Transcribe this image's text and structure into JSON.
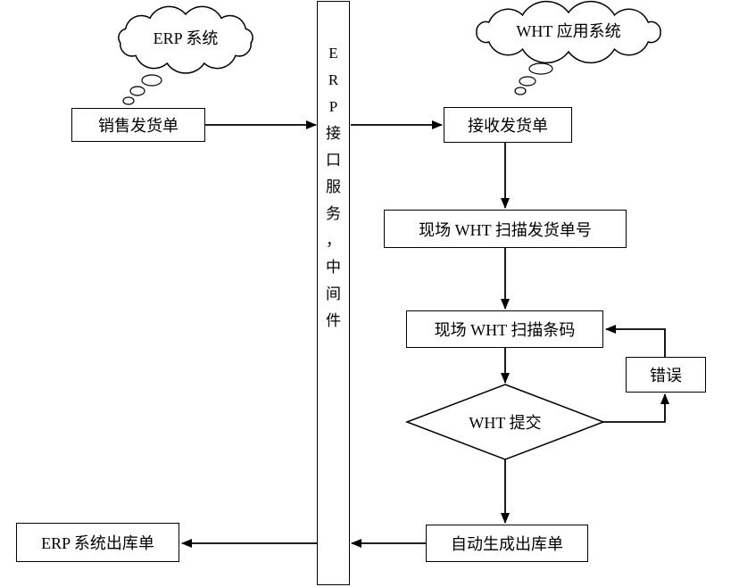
{
  "clouds": {
    "erp": {
      "label": "ERP 系统"
    },
    "wht": {
      "label": "WHT 应用系统"
    }
  },
  "middleware": {
    "label": "ERP接口服务，中间件"
  },
  "nodes": {
    "sales_delivery": {
      "label": "销售发货单"
    },
    "receive_delivery": {
      "label": "接收发货单"
    },
    "scan_delivery_no": {
      "label": "现场 WHT 扫描发货单号"
    },
    "scan_barcode": {
      "label": "现场 WHT 扫描条码"
    },
    "decision": {
      "label": "WHT 提交"
    },
    "error": {
      "label": "错误"
    },
    "auto_outbound": {
      "label": "自动生成出库单"
    },
    "erp_outbound": {
      "label": "ERP 系统出库单"
    }
  },
  "colors": {
    "line": "#000000",
    "fill": "#ffffff"
  }
}
